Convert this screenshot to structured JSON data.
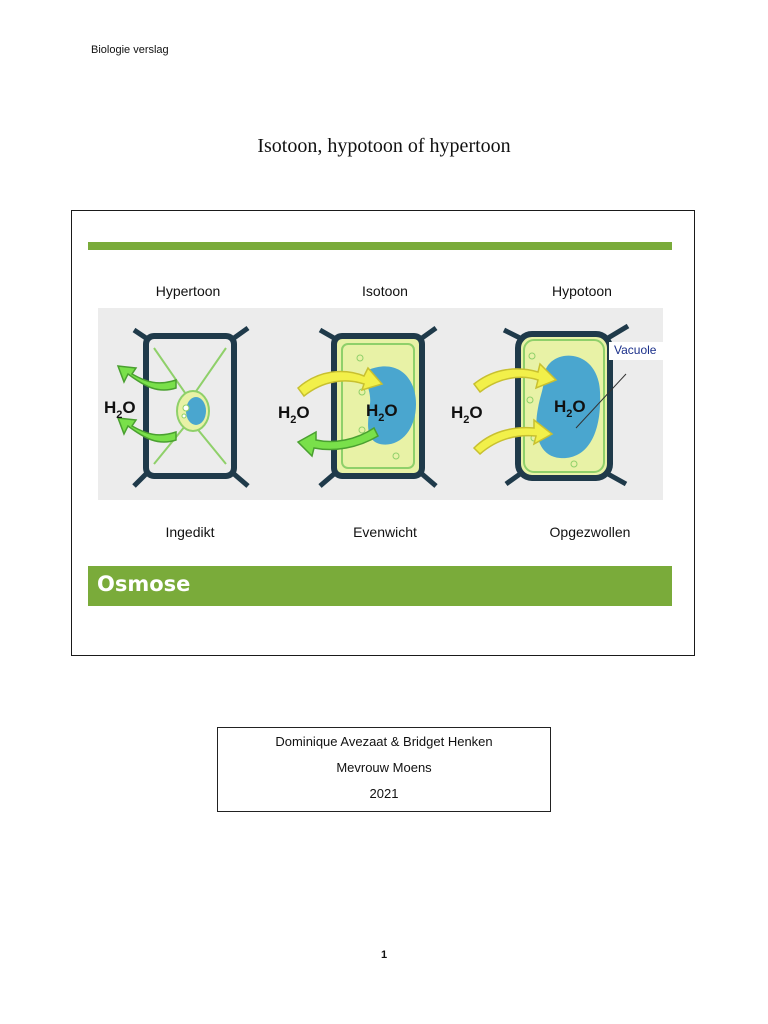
{
  "header": {
    "text": "Biologie verslag"
  },
  "document": {
    "title": "Isotoon, hypotoon of hypertoon"
  },
  "figure": {
    "columns": [
      {
        "top_label": "Hypertoon",
        "bottom_label": "Ingedikt"
      },
      {
        "top_label": "Isotoon",
        "bottom_label": "Evenwicht"
      },
      {
        "top_label": "Hypotoon",
        "bottom_label": "Opgezwollen"
      }
    ],
    "vacuole_label": "Vacuole",
    "water_symbol": "H",
    "water_subscript": "2",
    "water_o": "O",
    "banner": "Osmose",
    "colors": {
      "green_bar": "#7aab3a",
      "cell_wall": "#1f3a4a",
      "cytoplasm": "#e8f2a6",
      "vacuole": "#4aa6cf",
      "arrow_green": "#79e04a",
      "arrow_yellow": "#f2f04a"
    }
  },
  "authors": {
    "names": "Dominique Avezaat & Bridget Henken",
    "teacher": "Mevrouw Moens",
    "year": "2021"
  },
  "footer": {
    "page_number": "1"
  }
}
